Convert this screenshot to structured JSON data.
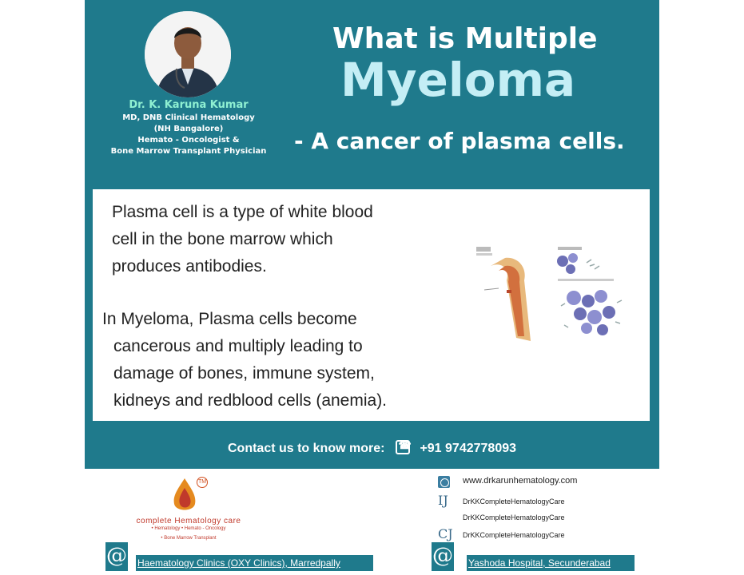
{
  "doctor": {
    "name": "Dr. K. Karuna Kumar",
    "lines": [
      "MD, DNB Clinical Hematology",
      "(NH Bangalore)",
      "Hemato - Oncologist &",
      "Bone Marrow Transplant Physician"
    ]
  },
  "title": {
    "line1": "What is Multiple",
    "line2": "Myeloma",
    "line3": "- A cancer of plasma cells."
  },
  "body": {
    "para1": [
      "Plasma cell is a type of white blood",
      "cell in the bone marrow which",
      "produces antibodies."
    ],
    "para2": [
      "In Myeloma, Plasma cells become",
      "cancerous and multiply leading to",
      "damage of bones, immune system,",
      "kidneys and redblood cells (anemia)."
    ]
  },
  "contact": {
    "label": "Contact us to know more:",
    "phone": "+91 9742778093"
  },
  "footer": {
    "brand": "complete Hematology care",
    "brand_sub1": "• Hematology  • Hemato - Oncology",
    "brand_sub2": "• Bone   Marrow Transplant",
    "tm": "TM",
    "website": "www.drkarunhematology.com",
    "ig_glyph": "IJ",
    "cj_glyph": "CJ",
    "handles": [
      "DrKKCompleteHematologyCare",
      "DrKKCompleteHematologyCare",
      "DrKKCompleteHematologyCare"
    ],
    "at_glyph": "@",
    "clinic1": "Haematology Clinics (OXY Clinics), Marredpally",
    "clinic2": "Yashoda Hospital, Secunderabad"
  },
  "colors": {
    "teal": "#1f7a8c",
    "title_light": "#c4eef5",
    "name_mint": "#8ff0d2",
    "brand_red": "#c0392b"
  }
}
